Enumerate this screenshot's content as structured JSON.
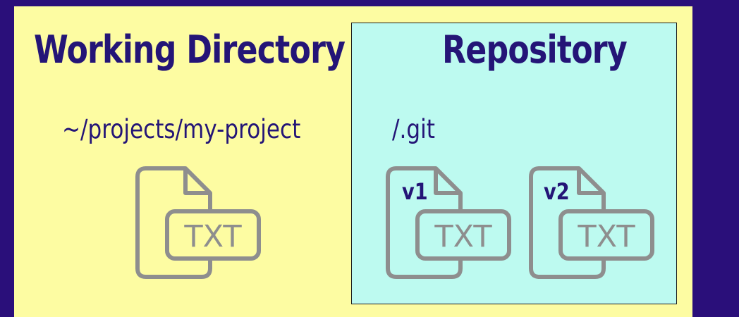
{
  "working_directory": {
    "title": "Working Directory",
    "path": "~/projects/my-project",
    "file_icon_text": "TXT"
  },
  "repository": {
    "title": "Repository",
    "path": "/.git",
    "versions": [
      {
        "label": "v1",
        "icon_text": "TXT"
      },
      {
        "label": "v2",
        "icon_text": "TXT"
      }
    ]
  },
  "colors": {
    "page_background": "#2a0f7a",
    "working_area": "#fdfca2",
    "repository_area": "#bdfaf0",
    "text": "#241577",
    "icon": "#8e8e8e"
  },
  "icons": [
    "txt-file-icon"
  ]
}
